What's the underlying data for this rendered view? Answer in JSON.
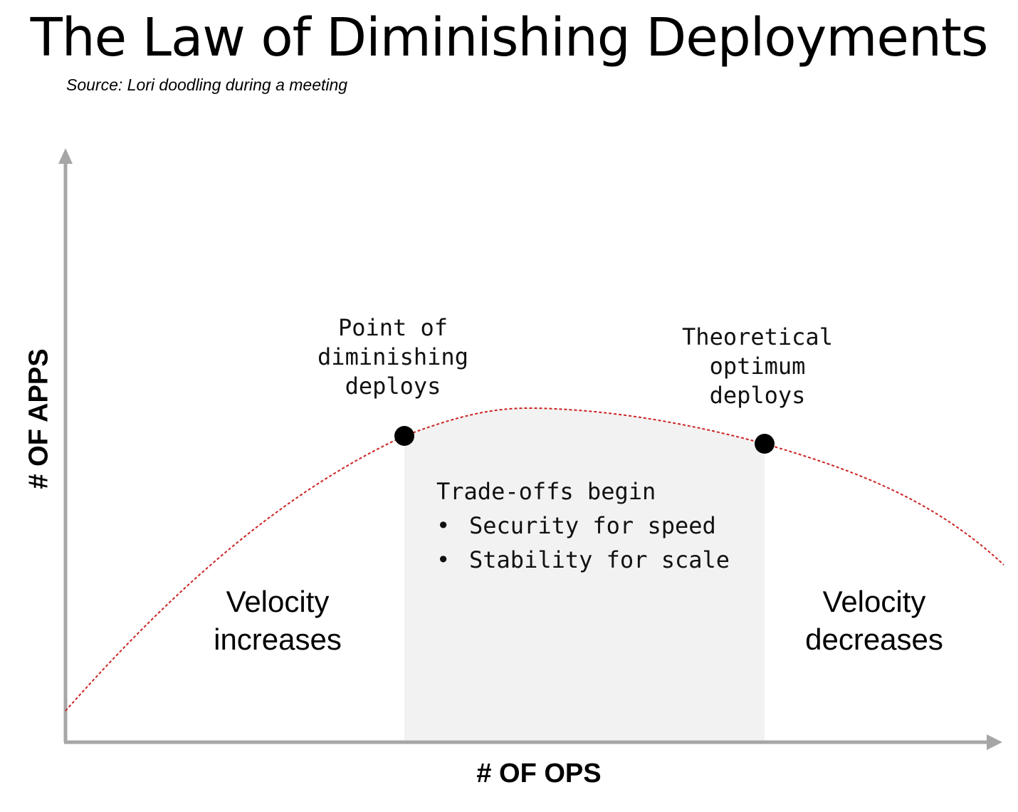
{
  "title": "The Law of Diminishing Deployments",
  "source": "Source: Lori doodling during a meeting",
  "axes": {
    "y_label": "# OF APPS",
    "x_label": "# OF OPS"
  },
  "annotations": {
    "point_diminishing": [
      "Point of",
      "diminishing",
      "deploys"
    ],
    "theoretical_optimum": [
      "Theoretical",
      "optimum",
      "deploys"
    ]
  },
  "tradeoffs": {
    "heading": "Trade-offs begin",
    "items": [
      "Security for speed",
      "Stability for scale"
    ]
  },
  "regions": {
    "left": [
      "Velocity",
      "increases"
    ],
    "right": [
      "Velocity",
      "decreases"
    ]
  },
  "colors": {
    "curve": "#cc2222",
    "axis": "#a6a6a6",
    "shaded_region": "#f2f2f2",
    "marker": "#000000"
  }
}
